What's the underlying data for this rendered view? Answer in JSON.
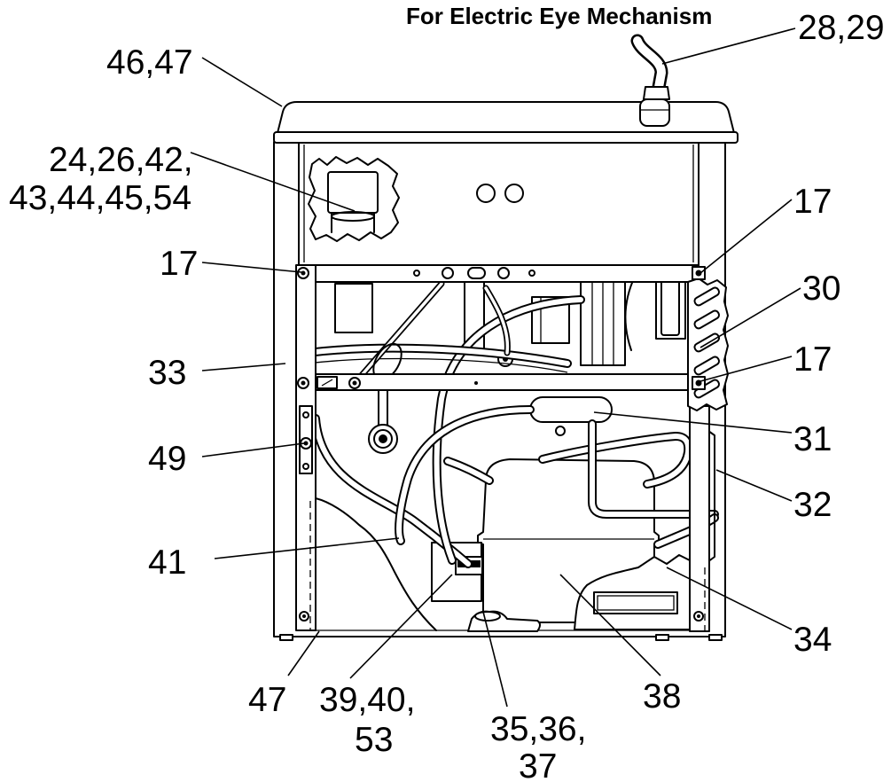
{
  "title": "For Electric Eye Mechanism",
  "callouts": [
    {
      "lines": [
        "28,29"
      ]
    },
    {
      "lines": [
        "46,47"
      ]
    },
    {
      "lines": [
        "24,26,42,",
        "43,44,45,54"
      ]
    },
    {
      "lines": [
        "17"
      ]
    },
    {
      "lines": [
        "17"
      ]
    },
    {
      "lines": [
        "30"
      ]
    },
    {
      "lines": [
        "17"
      ]
    },
    {
      "lines": [
        "33"
      ]
    },
    {
      "lines": [
        "31"
      ]
    },
    {
      "lines": [
        "49"
      ]
    },
    {
      "lines": [
        "32"
      ]
    },
    {
      "lines": [
        "41"
      ]
    },
    {
      "lines": [
        "34"
      ]
    },
    {
      "lines": [
        "47"
      ]
    },
    {
      "lines": [
        "39,40,",
        "53"
      ]
    },
    {
      "lines": [
        "38"
      ]
    },
    {
      "lines": [
        "35,36,",
        "37"
      ]
    }
  ]
}
